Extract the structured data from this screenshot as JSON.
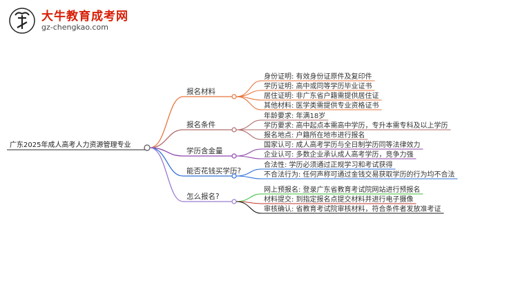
{
  "header": {
    "title": "大牛教育成考网",
    "url": "gz-chengkao.com",
    "logo_glyph": "大牛"
  },
  "mindmap": {
    "root": "广东2025年成人高考人力资源管理专业",
    "branches": [
      {
        "label": "报名材料",
        "color": "#e8743b",
        "leaves": [
          "身份证明: 有效身份证原件及复印件",
          "学历证明: 高中或同等学历毕业证书",
          "居住证明: 非广东省户籍需提供居住证",
          "其他材料: 医学类需提供专业资格证书"
        ]
      },
      {
        "label": "报名条件",
        "color": "#b06a6a",
        "leaves": [
          "年龄要求: 年满18岁",
          "学历要求: 高中起点本需高中学历，专升本需专科及以上学历",
          "报名地点: 户籍所在地市进行报名"
        ]
      },
      {
        "label": "学历含金量",
        "color": "#8e44ad",
        "leaves": [
          "国家认可: 成人高考学历与全日制学历同等法律效力",
          "企业认可: 多数企业承认成人高考学历，竞争力强"
        ]
      },
      {
        "label": "能否花钱买学历?",
        "color": "#2e6fd8",
        "leaves": [
          "合法性: 学历必须通过正规学习和考试获得",
          "不合法行为: 任何声称可通过金钱交易获取学历的行为均不合法"
        ]
      },
      {
        "label": "怎么报名?",
        "color": "#9a7ad0",
        "leaves": [
          "网上预报名: 登录广东省教育考试院网站进行预报名",
          "材料提交: 到指定报名点提交材料并进行电子摄像",
          "审核确认: 省教育考试院审核材料，符合条件者发放准考证"
        ],
        "leaf_colors": [
          "#3fbf3f",
          "#c0392b",
          "#1a1a1a"
        ]
      }
    ]
  }
}
